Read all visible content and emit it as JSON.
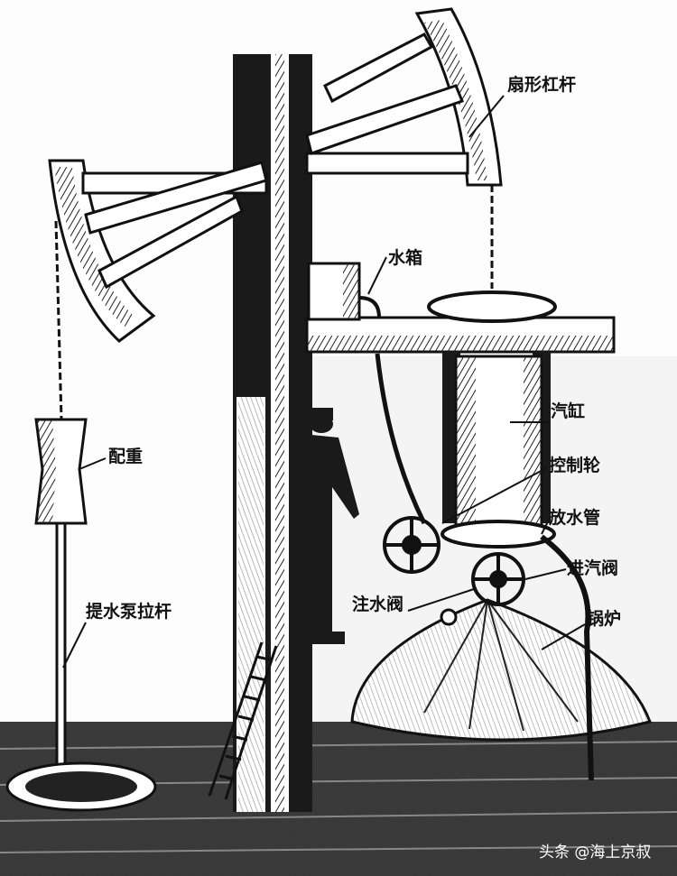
{
  "labels": {
    "sector_lever": "扇形杠杆",
    "water_tank": "水箱",
    "cylinder": "汽缸",
    "control_wheel": "控制轮",
    "drain_pipe": "放水管",
    "steam_valve": "进汽阀",
    "counterweight": "配重",
    "injection_valve": "注水阀",
    "boiler": "锅炉",
    "pump_rod": "提水泵拉杆"
  },
  "watermark": "头条 @海上京叔",
  "colors": {
    "ink": "#111111",
    "paper": "#fdfdfd"
  }
}
